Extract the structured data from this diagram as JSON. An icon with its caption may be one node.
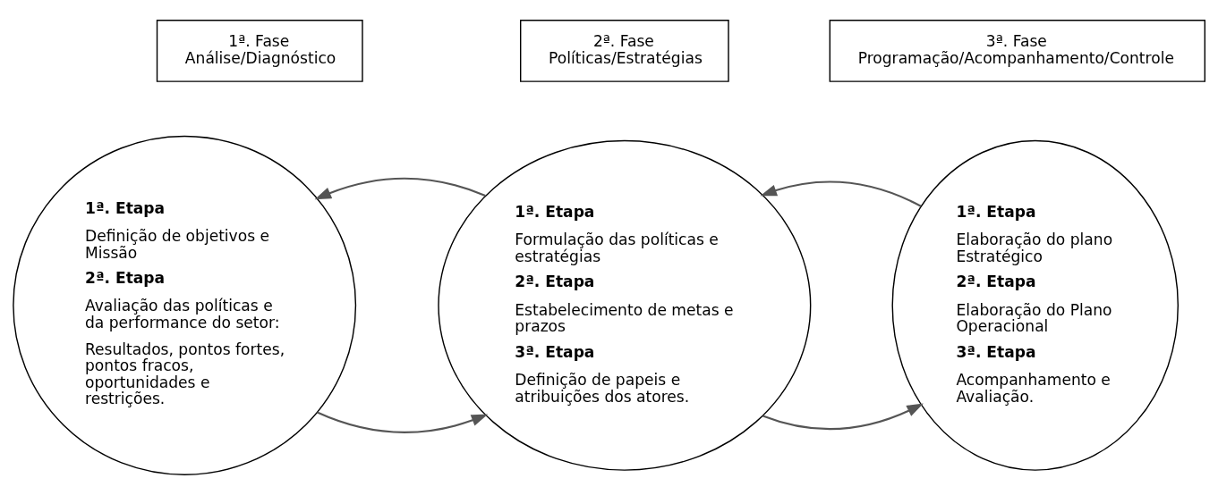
{
  "diagram": {
    "nodes": [
      {
        "text": [
          "1ª. Fase",
          "Análise/Diagnóstico"
        ]
      },
      {
        "text": [
          "2ª. Fase",
          "Políticas/Estratégias"
        ]
      },
      {
        "text": [
          "3ª. Fase",
          "Programação/Acompanhamento/Controle"
        ]
      },
      {
        "text": [
          "1ª. Etapa",
          "Definição de objetivos e Missão",
          "2ª. Etapa",
          "Avaliação das políticas e da performance do setor:",
          "Resultados, pontos fortes, pontos fracos, oportunidades e restrições."
        ]
      },
      {
        "text": [
          "1ª. Etapa",
          "Formulação das políticas e estratégias",
          "2ª. Etapa",
          "Estabelecimento de metas e prazos",
          "3ª. Etapa",
          "Definição de papeis e atribuições dos atores."
        ]
      },
      {
        "text": [
          "1ª. Etapa",
          "Elaboração do plano Estratégico",
          "2ª. Etapa",
          "Elaboração do Plano Operacional",
          "3ª. Etapa",
          "Acompanhamento e Avaliação."
        ]
      }
    ],
    "edges": [
      {
        "from": 3,
        "to": 4,
        "arrow": "to"
      },
      {
        "from": 4,
        "to": 3,
        "arrow": "to"
      },
      {
        "from": 4,
        "to": 5,
        "arrow": "to"
      },
      {
        "from": 5,
        "to": 4,
        "arrow": "to"
      }
    ]
  }
}
